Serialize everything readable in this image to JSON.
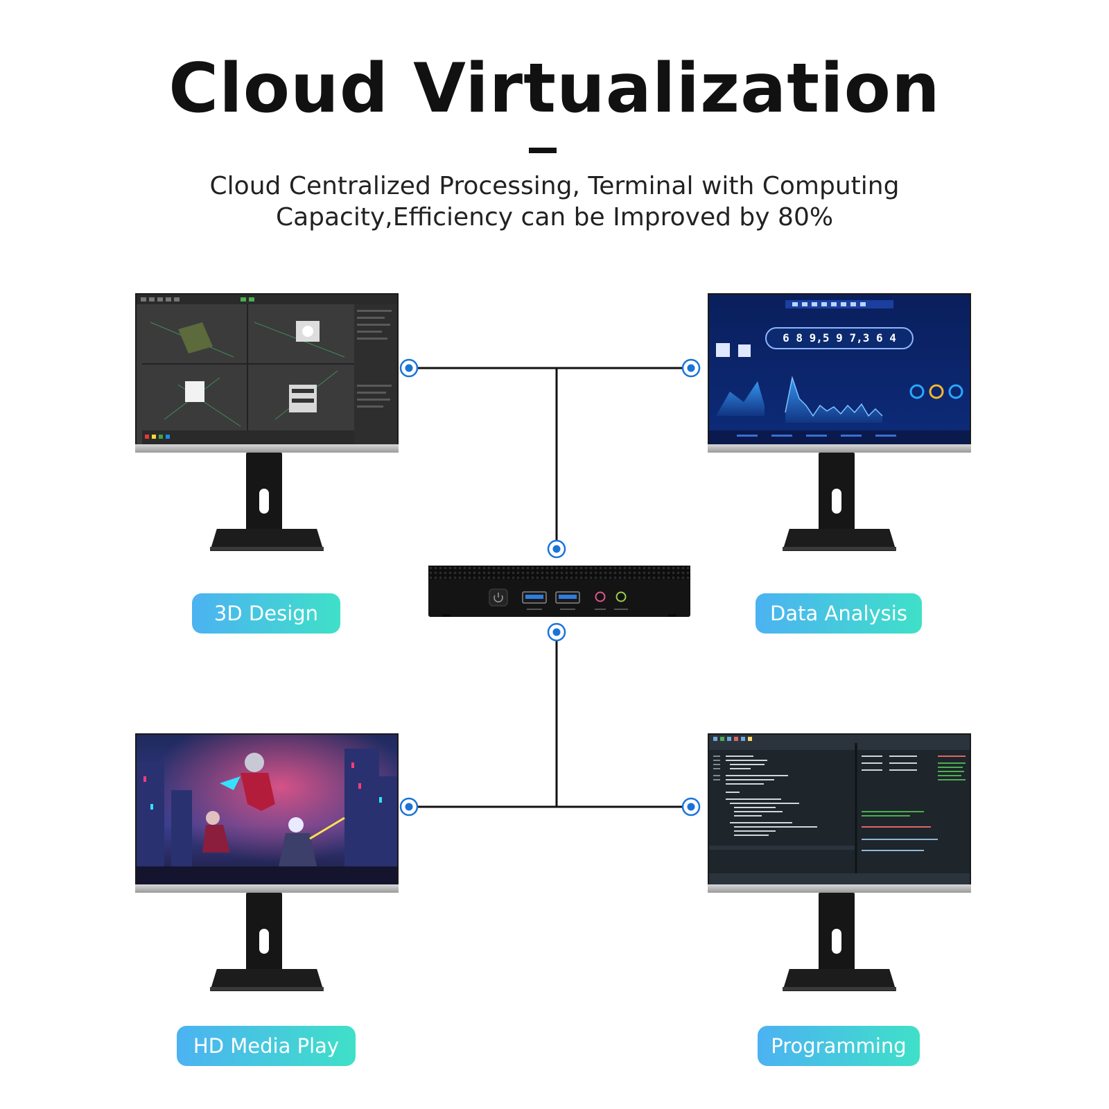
{
  "header": {
    "title": "Cloud Virtualization",
    "subtitle_line1": "Cloud Centralized Processing, Terminal with Computing",
    "subtitle_line2": "Capacity,Efficiency can be Improved by 80%"
  },
  "colors": {
    "node_blue": "#1a73d9",
    "line": "#111111",
    "pill_start": "#4cb2f2",
    "pill_end": "#3fe0c8"
  },
  "terminals": [
    {
      "label": "3D Design",
      "screen_icon": "3d-modeling-app-screen"
    },
    {
      "label": "Data Analysis",
      "screen_icon": "data-dashboard-screen"
    },
    {
      "label": "HD Media Play",
      "screen_icon": "media-playback-screen"
    },
    {
      "label": "Programming",
      "screen_icon": "code-editor-screen"
    }
  ],
  "dashboard": {
    "counter": "6 8 9,5 9 7,3 6 4"
  },
  "device": {
    "name_icon": "mini-pc-thin-client",
    "ports": [
      "power-button-icon",
      "usb-port-icon",
      "usb-port-icon",
      "mic-in-icon",
      "line-out-icon"
    ]
  }
}
